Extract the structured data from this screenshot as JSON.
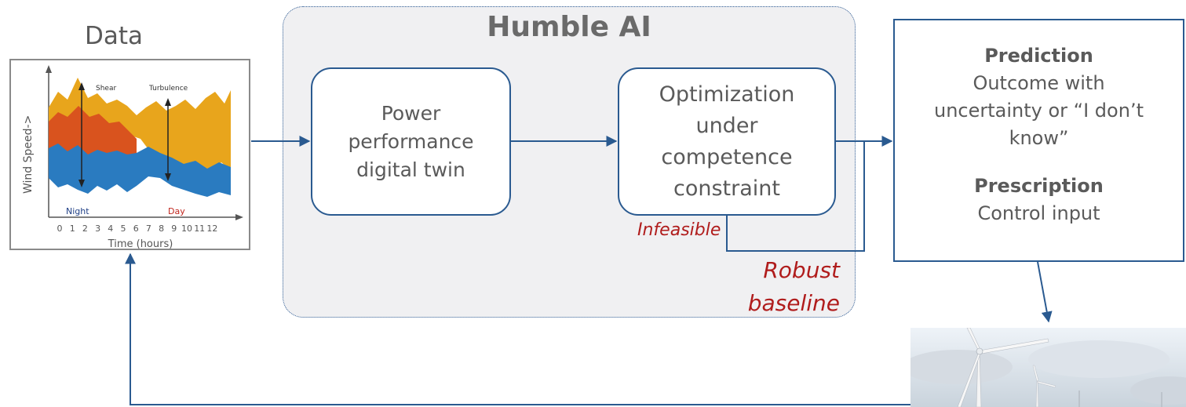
{
  "data_panel": {
    "title": "Data",
    "chart": {
      "ylabel": "Wind Speed->",
      "xlabel": "Time (hours)",
      "ticks": [
        "0",
        "1",
        "2",
        "3",
        "4",
        "5",
        "6",
        "7",
        "8",
        "9",
        "10",
        "11",
        "12"
      ],
      "annotation_shear": "Shear",
      "annotation_turbulence": "Turbulence",
      "label_night": "Night",
      "label_day": "Day"
    }
  },
  "humble_ai": {
    "title": "Humble AI",
    "twin": [
      "Power",
      "performance",
      "digital twin"
    ],
    "optimization": [
      "Optimization",
      "under",
      "competence",
      "constraint"
    ],
    "infeasible": "Infeasible",
    "robust": [
      "Robust",
      "baseline"
    ]
  },
  "output": {
    "prediction_head": "Prediction",
    "prediction_text": [
      "Outcome with",
      "uncertainty or “I don’t",
      "know”"
    ],
    "prescription_head": "Prescription",
    "prescription_text": "Control input"
  },
  "colors": {
    "arrow": "#2a5a90",
    "accent_red": "#b01c1c",
    "series_yellow": "#e8a51c",
    "series_orange": "#d9531e",
    "series_blue": "#2a7bc0"
  },
  "icons": {
    "turbine_photo": "wind-turbine-photo"
  }
}
